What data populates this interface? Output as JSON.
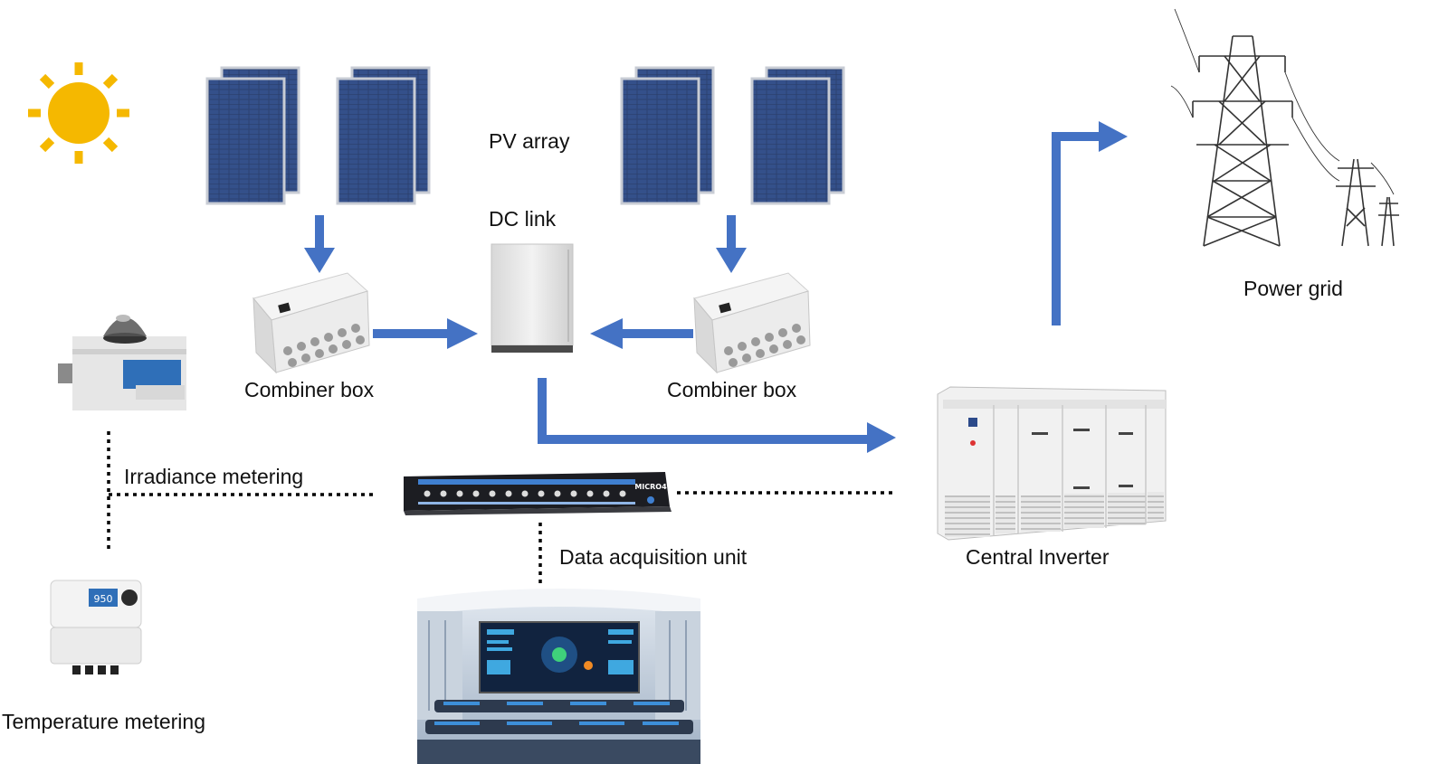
{
  "labels": {
    "pv_array": "PV array",
    "dc_link": "DC link",
    "combiner_left": "Combiner box",
    "combiner_right": "Combiner box",
    "power_grid": "Power grid",
    "central_inverter": "Central Inverter",
    "irradiance": "Irradiance metering",
    "data_acquisition": "Data acquisition unit",
    "temperature": "Temperature metering"
  },
  "device_text": {
    "daq_brand": "MICRO4",
    "temp_display": "950"
  },
  "icons": {
    "sun": "sun-icon",
    "panel": "solar-panel-icon",
    "combiner": "combiner-box-icon",
    "dc_link": "dc-link-cabinet-icon",
    "tower": "transmission-tower-icon",
    "inverter": "central-inverter-icon",
    "pyranometer": "pyranometer-icon",
    "temp_meter": "temperature-meter-icon",
    "daq": "data-acquisition-icon",
    "control_room": "control-room-icon"
  },
  "colors": {
    "arrow": "#4472C4",
    "sun": "#F5B800",
    "panel": "#2B3F6B",
    "dotted": "#000000"
  }
}
